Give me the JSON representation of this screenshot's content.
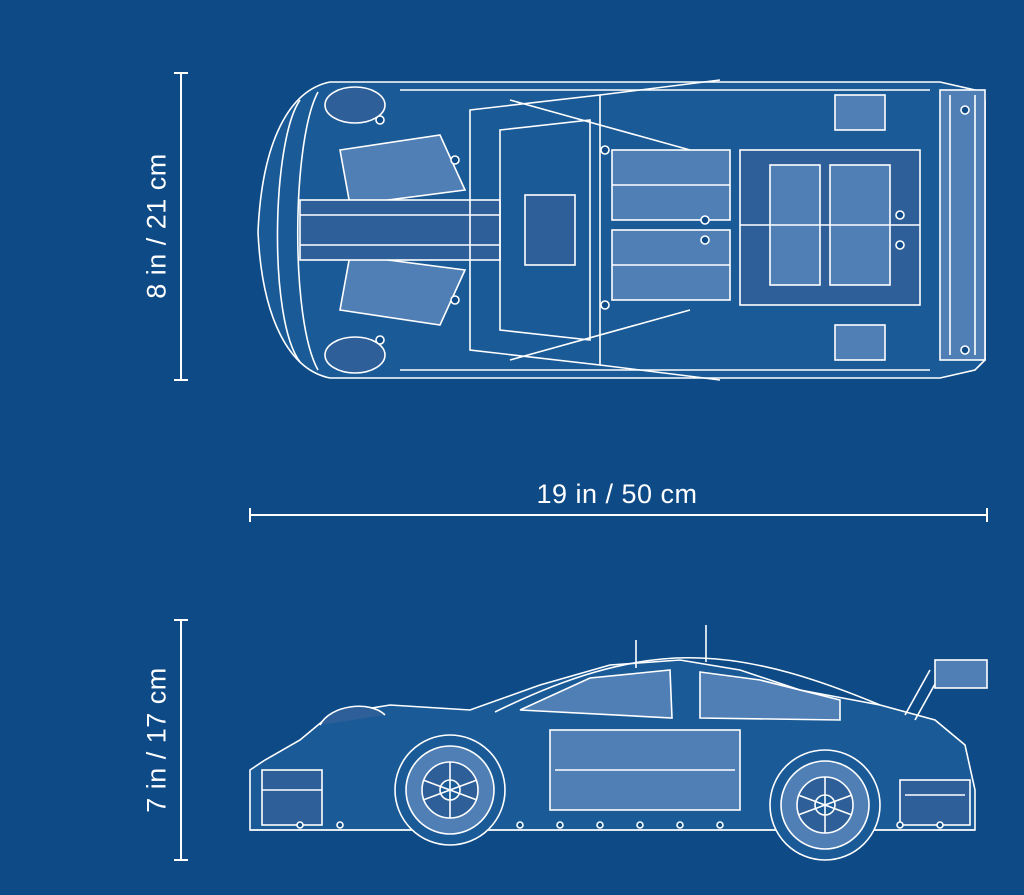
{
  "dimensions": {
    "top_height_label": "8 in / 21 cm",
    "width_label": "19 in / 50 cm",
    "side_height_label": "7 in / 17 cm"
  },
  "colors": {
    "background": "#0d4a86",
    "line": "#ffffff",
    "fill_light": "#4f7fb5",
    "fill_dark": "#2e5f98"
  }
}
